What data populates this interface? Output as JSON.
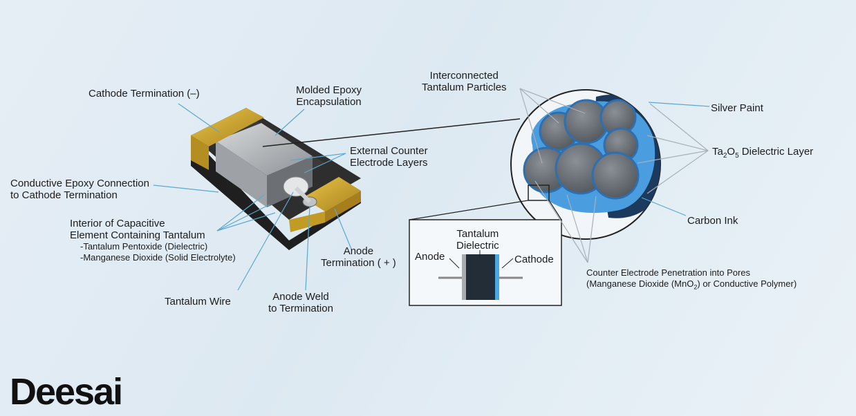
{
  "labels": {
    "cathode_termination": "Cathode Termination (–)",
    "molded_epoxy_1": "Molded Epoxy",
    "molded_epoxy_2": "Encapsulation",
    "external_counter_1": "External Counter",
    "external_counter_2": "Electrode Layers",
    "conductive_epoxy_1": "Conductive Epoxy Connection",
    "conductive_epoxy_2": "to Cathode Termination",
    "interior_1": "Interior of Capacitive",
    "interior_2": "Element Containing Tantalum",
    "interior_3": "-Tantalum Pentoxide (Dielectric)",
    "interior_4": "-Manganese Dioxide (Solid Electrolyte)",
    "anode_termination_1": "Anode",
    "anode_termination_2": "Termination ( + )",
    "tantalum_wire": "Tantalum Wire",
    "anode_weld_1": "Anode Weld",
    "anode_weld_2": "to Termination",
    "interconnected_1": "Interconnected",
    "interconnected_2": "Tantalum Particles",
    "silver_paint": "Silver Paint",
    "dielectric_layer_prefix": "Ta",
    "dielectric_layer_sub1": "2",
    "dielectric_layer_mid": "O",
    "dielectric_layer_sub2": "5",
    "dielectric_layer_suffix": " Dielectric Layer",
    "carbon_ink": "Carbon Ink",
    "inset_tantalum_1": "Tantalum",
    "inset_tantalum_2": "Dielectric",
    "inset_anode": "Anode",
    "inset_cathode": "Cathode",
    "counter_pen_1": "Counter Electrode Penetration into Pores",
    "counter_pen_2_prefix": "(Manganese Dioxide (MnO",
    "counter_pen_2_sub": "2",
    "counter_pen_2_suffix": ") or Conductive Polymer)"
  },
  "logo": "Deesai",
  "colors": {
    "gold": "#c9a227",
    "epoxy": "#2b2b2b",
    "silver_paint": "#1d3f66",
    "dielectric": "#3f8fd6",
    "particle": "#6e747a",
    "leader": "#5aa9cf"
  }
}
